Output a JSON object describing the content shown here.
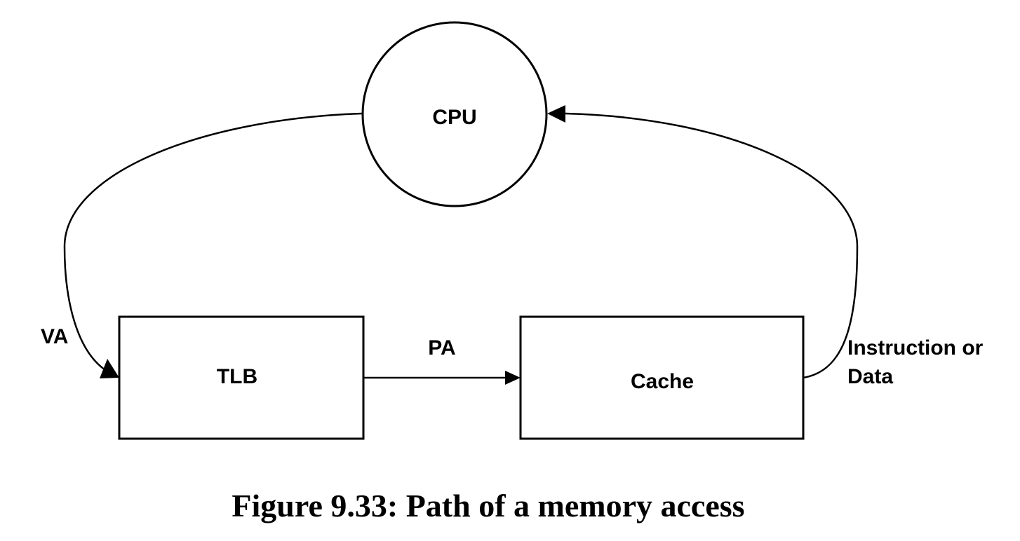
{
  "nodes": {
    "cpu": {
      "label": "CPU"
    },
    "tlb": {
      "label": "TLB"
    },
    "cache": {
      "label": "Cache"
    }
  },
  "edges": {
    "va": {
      "label": "VA"
    },
    "pa": {
      "label": "PA"
    },
    "result": {
      "label_line1": "Instruction or",
      "label_line2": "Data"
    }
  },
  "caption": "Figure 9.33: Path of a memory access",
  "colors": {
    "stroke": "#000000",
    "background": "#ffffff"
  }
}
